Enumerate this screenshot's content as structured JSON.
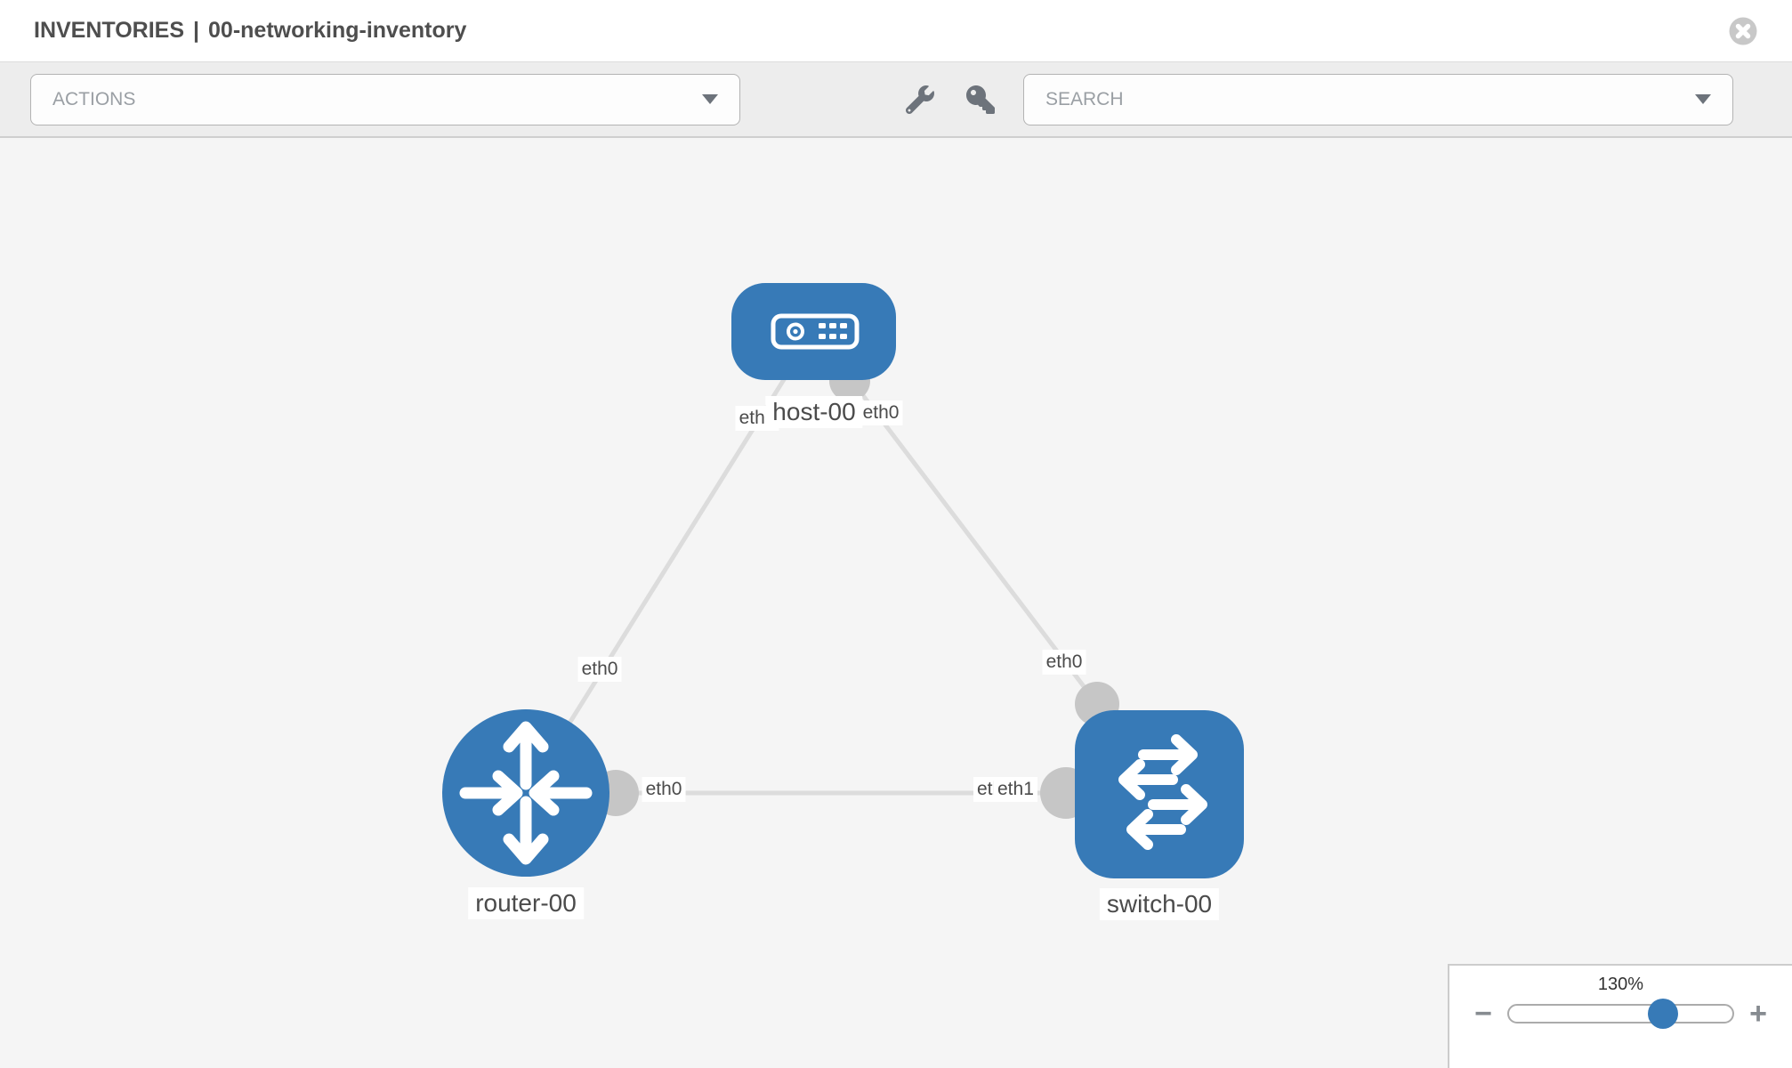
{
  "header": {
    "section": "INVENTORIES",
    "separator": "|",
    "inventory_name": "00-networking-inventory",
    "close_icon": "close-icon"
  },
  "toolbar": {
    "actions_label": "ACTIONS",
    "search_placeholder": "SEARCH",
    "icons": [
      "wrench-icon",
      "key-icon"
    ]
  },
  "colors": {
    "node_fill": "#377ab7",
    "edge": "#dcdcdc",
    "connector": "#c6c6c6",
    "label_text": "#4b4b4b",
    "slider_knob": "#377ab7"
  },
  "topology": {
    "nodes": [
      {
        "id": "host-00",
        "type": "host"
      },
      {
        "id": "router-00",
        "type": "router"
      },
      {
        "id": "switch-00",
        "type": "switch"
      }
    ],
    "node_labels": {
      "host": "host-00",
      "router": "router-00",
      "switch": "switch-00"
    },
    "interface_labels": {
      "host_side_left": "eth0",
      "host_side_right": "eth0",
      "link_host_router_mid": "eth0",
      "link_host_switch_mid": "eth0",
      "link_router_switch_router_end": "eth0",
      "link_router_switch_switch_end_back": "eth0",
      "link_router_switch_switch_end_front": "eth1"
    },
    "links": [
      {
        "source": "host-00",
        "target": "router-00",
        "source_if": "eth0",
        "target_if": "eth0"
      },
      {
        "source": "host-00",
        "target": "switch-00",
        "source_if": "eth0",
        "target_if": "eth0"
      },
      {
        "source": "router-00",
        "target": "switch-00",
        "source_if": "eth0",
        "target_if": "eth1"
      }
    ]
  },
  "zoom_control": {
    "level": "130%",
    "zoom_out": "−",
    "zoom_in": "+"
  }
}
